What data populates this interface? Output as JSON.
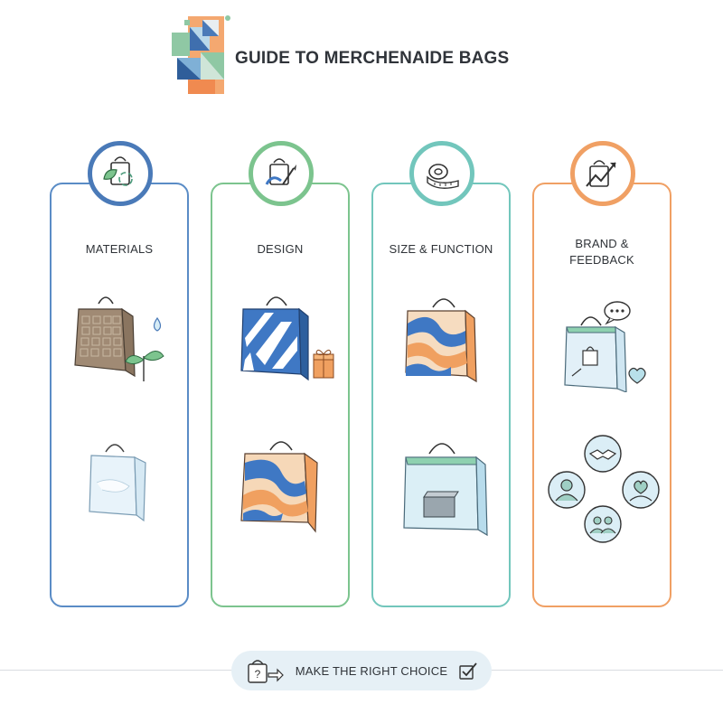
{
  "header": {
    "title": "GUIDE TO MERCHENAIDE BAGS",
    "logo_colors": [
      "#8fc8a4",
      "#f0a868",
      "#4a7ab8",
      "#b8d8ea"
    ]
  },
  "cards": [
    {
      "label": "MATERIALS",
      "accent": "#5a8cc6",
      "icon": "eco-bag-icon"
    },
    {
      "label": "DESIGN",
      "accent": "#7cc48e",
      "icon": "design-bag-icon"
    },
    {
      "label": "SIZE & FUNCTION",
      "accent": "#72c6bc",
      "icon": "tape-measure-icon"
    },
    {
      "label_line1": "BRAND &",
      "label_line2": "FEEDBACK",
      "accent": "#f0a064",
      "icon": "growth-bag-icon"
    }
  ],
  "footer": {
    "text": "MAKE THE RIGHT CHOICE",
    "left_icon": "question-bag-icon",
    "right_icon": "checkbox-icon"
  }
}
